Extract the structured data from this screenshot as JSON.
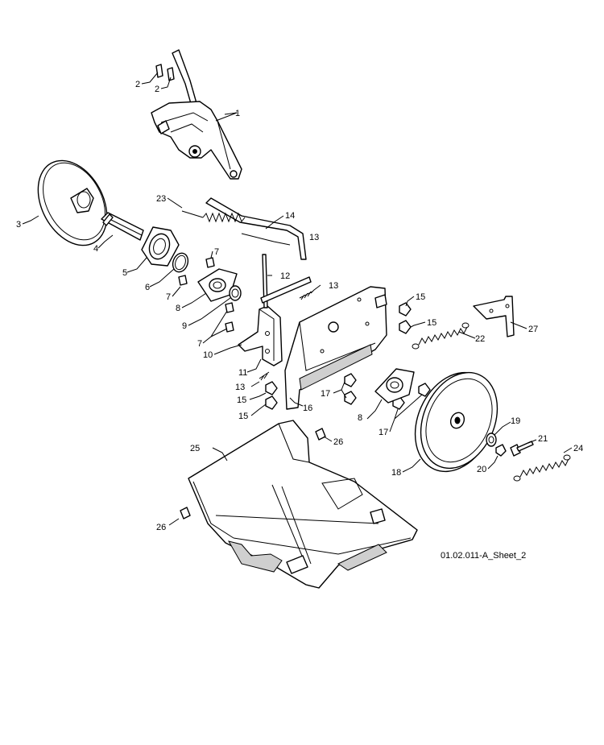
{
  "diagram": {
    "sheet_id": "01.02.011-A_Sheet_2",
    "callouts": [
      {
        "id": "c1",
        "label": "1"
      },
      {
        "id": "c2a",
        "label": "2"
      },
      {
        "id": "c2b",
        "label": "2"
      },
      {
        "id": "c3",
        "label": "3"
      },
      {
        "id": "c4",
        "label": "4"
      },
      {
        "id": "c5",
        "label": "5"
      },
      {
        "id": "c6",
        "label": "6"
      },
      {
        "id": "c7a",
        "label": "7"
      },
      {
        "id": "c7b",
        "label": "7"
      },
      {
        "id": "c7c",
        "label": "7"
      },
      {
        "id": "c8a",
        "label": "8"
      },
      {
        "id": "c8b",
        "label": "8"
      },
      {
        "id": "c9",
        "label": "9"
      },
      {
        "id": "c10",
        "label": "10"
      },
      {
        "id": "c11",
        "label": "11"
      },
      {
        "id": "c12",
        "label": "12"
      },
      {
        "id": "c13a",
        "label": "13"
      },
      {
        "id": "c13b",
        "label": "13"
      },
      {
        "id": "c13c",
        "label": "13"
      },
      {
        "id": "c14",
        "label": "14"
      },
      {
        "id": "c15a",
        "label": "15"
      },
      {
        "id": "c15b",
        "label": "15"
      },
      {
        "id": "c15c",
        "label": "15"
      },
      {
        "id": "c15d",
        "label": "15"
      },
      {
        "id": "c16",
        "label": "16"
      },
      {
        "id": "c17a",
        "label": "17"
      },
      {
        "id": "c17b",
        "label": "17"
      },
      {
        "id": "c18",
        "label": "18"
      },
      {
        "id": "c19",
        "label": "19"
      },
      {
        "id": "c20",
        "label": "20"
      },
      {
        "id": "c21",
        "label": "21"
      },
      {
        "id": "c22",
        "label": "22"
      },
      {
        "id": "c23",
        "label": "23"
      },
      {
        "id": "c24",
        "label": "24"
      },
      {
        "id": "c25",
        "label": "25"
      },
      {
        "id": "c26a",
        "label": "26"
      },
      {
        "id": "c26b",
        "label": "26"
      },
      {
        "id": "c27",
        "label": "27"
      }
    ]
  }
}
